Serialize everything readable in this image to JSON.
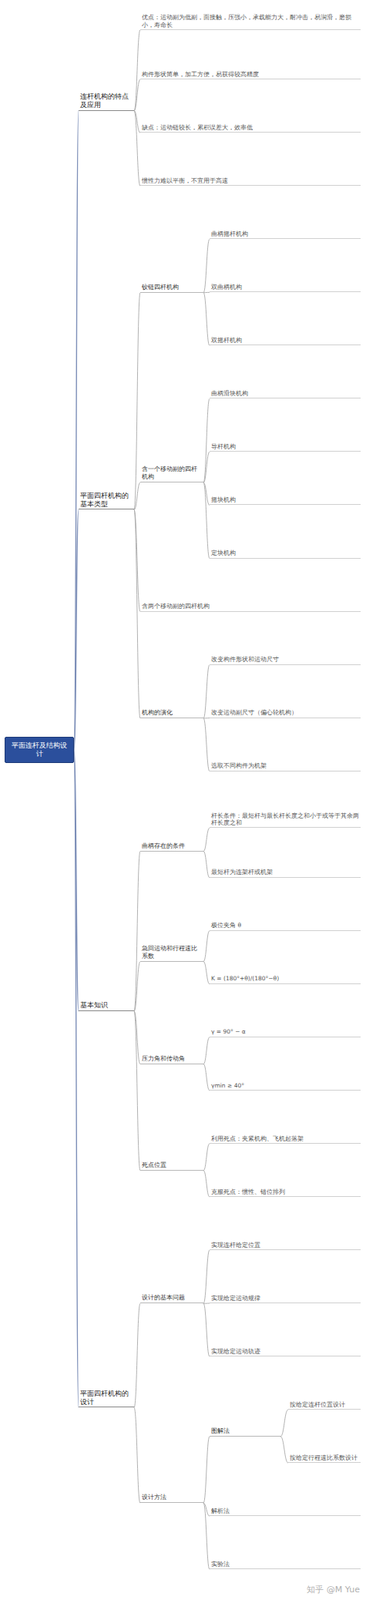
{
  "diagram": {
    "nodes": [
      {
        "text": [
          "平面连杆及结构设计"
        ]
      },
      {
        "text": [
          "连杆机构的特点及应用"
        ]
      },
      {
        "text": [
          "优点：运动副为低副，面接触，压强小，承载能力大，耐冲击，易润滑，磨损小，寿命长"
        ]
      },
      {
        "text": [
          "构件形状简单，加工方便，易获得较高精度"
        ]
      },
      {
        "text": [
          "缺点：运动链较长，累积误差大，效率低"
        ]
      },
      {
        "text": [
          "惯性力难以平衡，不宜用于高速"
        ]
      },
      {
        "text": [
          "平面四杆机构的基本类型"
        ]
      },
      {
        "text": [
          "铰链四杆机构"
        ]
      },
      {
        "text": [
          "曲柄摇杆机构"
        ]
      },
      {
        "text": [
          "双曲柄机构"
        ]
      },
      {
        "text": [
          "双摇杆机构"
        ]
      },
      {
        "text": [
          "含一个移动副的四杆机构"
        ]
      },
      {
        "text": [
          "曲柄滑块机构"
        ]
      },
      {
        "text": [
          "导杆机构"
        ]
      },
      {
        "text": [
          "摇块机构"
        ]
      },
      {
        "text": [
          "定块机构"
        ]
      },
      {
        "text": [
          "含两个移动副的四杆机构"
        ]
      },
      {
        "text": [
          "机构的演化"
        ]
      },
      {
        "text": [
          "改变构件形状和运动尺寸"
        ]
      },
      {
        "text": [
          "改变运动副尺寸（偏心轮机构）"
        ]
      },
      {
        "text": [
          "选取不同构件为机架"
        ]
      },
      {
        "text": [
          "基本知识"
        ]
      },
      {
        "text": [
          "曲柄存在的条件"
        ]
      },
      {
        "text": [
          "杆长条件：最短杆与最长杆长度之和小于或等于其余两杆长度之和"
        ]
      },
      {
        "text": [
          "最短杆为连架杆或机架"
        ]
      },
      {
        "text": [
          "急回运动和行程速比系数"
        ]
      },
      {
        "text": [
          "极位夹角 θ"
        ]
      },
      {
        "text": [
          "K = (180°+θ)/(180°−θ)"
        ]
      },
      {
        "text": [
          "压力角和传动角"
        ]
      },
      {
        "text": [
          "γ = 90° − α"
        ]
      },
      {
        "text": [
          "γmin ≥ 40°"
        ]
      },
      {
        "text": [
          "死点位置"
        ]
      },
      {
        "text": [
          "利用死点：夹紧机构、飞机起落架"
        ]
      },
      {
        "text": [
          "克服死点：惯性、错位排列"
        ]
      },
      {
        "text": [
          "平面四杆机构的设计"
        ]
      },
      {
        "text": [
          "设计的基本问题"
        ]
      },
      {
        "text": [
          "实现连杆给定位置"
        ]
      },
      {
        "text": [
          "实现给定运动规律"
        ]
      },
      {
        "text": [
          "实现给定运动轨迹"
        ]
      },
      {
        "text": [
          "设计方法"
        ]
      },
      {
        "text": [
          "图解法"
        ]
      },
      {
        "text": [
          "按给定连杆位置设计"
        ]
      },
      {
        "text": [
          "按给定行程速比系数设计"
        ]
      },
      {
        "text": [
          "解析法"
        ]
      },
      {
        "text": [
          "实验法"
        ]
      }
    ],
    "edges": [
      {
        "from": 0,
        "to": 1,
        "arrow": "none"
      },
      {
        "from": 1,
        "to": 2,
        "arrow": "none"
      },
      {
        "from": 1,
        "to": 3,
        "arrow": "none"
      },
      {
        "from": 1,
        "to": 4,
        "arrow": "none"
      },
      {
        "from": 1,
        "to": 5,
        "arrow": "none"
      },
      {
        "from": 0,
        "to": 6,
        "arrow": "none"
      },
      {
        "from": 6,
        "to": 7,
        "arrow": "none"
      },
      {
        "from": 7,
        "to": 8,
        "arrow": "none"
      },
      {
        "from": 7,
        "to": 9,
        "arrow": "none"
      },
      {
        "from": 7,
        "to": 10,
        "arrow": "none"
      },
      {
        "from": 6,
        "to": 11,
        "arrow": "none"
      },
      {
        "from": 11,
        "to": 12,
        "arrow": "none"
      },
      {
        "from": 11,
        "to": 13,
        "arrow": "none"
      },
      {
        "from": 11,
        "to": 14,
        "arrow": "none"
      },
      {
        "from": 11,
        "to": 15,
        "arrow": "none"
      },
      {
        "from": 6,
        "to": 16,
        "arrow": "none"
      },
      {
        "from": 6,
        "to": 17,
        "arrow": "none"
      },
      {
        "from": 17,
        "to": 18,
        "arrow": "none"
      },
      {
        "from": 17,
        "to": 19,
        "arrow": "none"
      },
      {
        "from": 17,
        "to": 20,
        "arrow": "none"
      },
      {
        "from": 0,
        "to": 21,
        "arrow": "none"
      },
      {
        "from": 21,
        "to": 22,
        "arrow": "none"
      },
      {
        "from": 22,
        "to": 23,
        "arrow": "none"
      },
      {
        "from": 22,
        "to": 24,
        "arrow": "none"
      },
      {
        "from": 21,
        "to": 25,
        "arrow": "none"
      },
      {
        "from": 25,
        "to": 26,
        "arrow": "none"
      },
      {
        "from": 25,
        "to": 27,
        "arrow": "none"
      },
      {
        "from": 21,
        "to": 28,
        "arrow": "none"
      },
      {
        "from": 28,
        "to": 29,
        "arrow": "none"
      },
      {
        "from": 28,
        "to": 30,
        "arrow": "none"
      },
      {
        "from": 21,
        "to": 31,
        "arrow": "none"
      },
      {
        "from": 31,
        "to": 32,
        "arrow": "none"
      },
      {
        "from": 31,
        "to": 33,
        "arrow": "none"
      },
      {
        "from": 0,
        "to": 34,
        "arrow": "none"
      },
      {
        "from": 34,
        "to": 35,
        "arrow": "none"
      },
      {
        "from": 35,
        "to": 36,
        "arrow": "none"
      },
      {
        "from": 35,
        "to": 37,
        "arrow": "none"
      },
      {
        "from": 35,
        "to": 38,
        "arrow": "none"
      },
      {
        "from": 34,
        "to": 39,
        "arrow": "none"
      },
      {
        "from": 39,
        "to": 40,
        "arrow": "none"
      },
      {
        "from": 40,
        "to": 41,
        "arrow": "none"
      },
      {
        "from": 40,
        "to": 42,
        "arrow": "none"
      },
      {
        "from": 39,
        "to": 43,
        "arrow": "none"
      },
      {
        "from": 39,
        "to": 44,
        "arrow": "none"
      }
    ],
    "labels": [
      "知乎 @M Yue"
    ]
  }
}
